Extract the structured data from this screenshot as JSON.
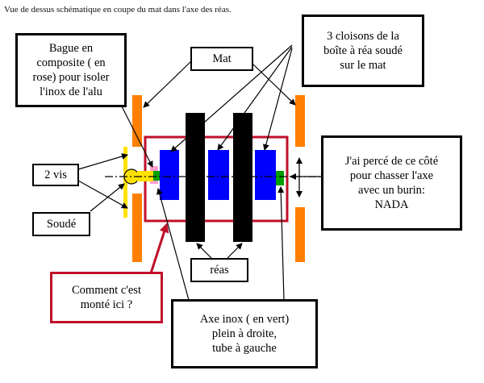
{
  "caption": "Vue de dessus schématique en coupe du mat dans l'axe des réas.",
  "labels": {
    "bague": "Bague en\ncomposite ( en\nrose) pour isoler\nl'inox de l'alu",
    "mat": "Mat",
    "cloisons": "3 cloisons de la\nboîte à réa soudé\nsur le mat",
    "vis": "2 vis",
    "soude": "Soudé",
    "perce": "J'ai percé de ce côté\npour chasser l'axe\navec un burin:\nNADA",
    "reas": "réas",
    "monte": "Comment c'est\nmonté ici ?",
    "axe": "Axe inox  ( en vert)\nplein à droite,\ntube à gauche"
  },
  "colors": {
    "mast": "#ff7f00",
    "partition": "#0000ff",
    "sheave": "#000000",
    "frame": "#c0102a",
    "axle": "#00a000",
    "bushing": "#ff9fcf",
    "weld": "#ffe100"
  }
}
